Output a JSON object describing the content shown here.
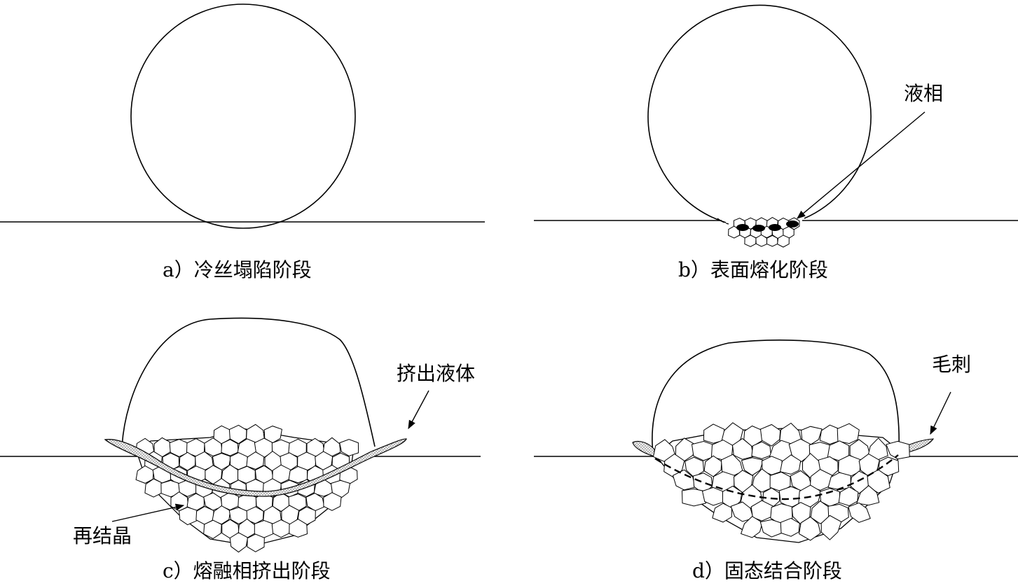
{
  "panels": {
    "a": {
      "caption": "a）冷丝塌陷阶段"
    },
    "b": {
      "caption": "b）表面熔化阶段",
      "callout": "液相"
    },
    "c": {
      "caption": "c）熔融相挤出阶段",
      "callout_extruded": "挤出液体",
      "callout_recrystal": "再结晶"
    },
    "d": {
      "caption": "d）固态结合阶段",
      "callout": "毛刺"
    }
  },
  "colors": {
    "line": "#000000",
    "background": "#ffffff",
    "stipple": "#d8d8d8"
  }
}
